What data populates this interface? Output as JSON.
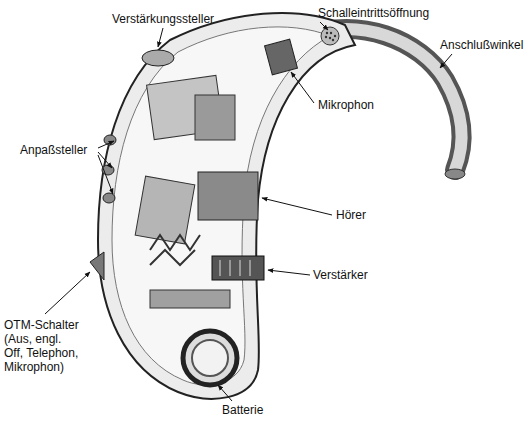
{
  "diagram": {
    "labels": [
      "Verstärkungssteller",
      "Schalleintrittsöffnung",
      "Anschlußwinkel",
      "Mikrophon",
      "Anpaßsteller",
      "Hörer",
      "Verstärker",
      "OTM-Schalter (Aus, engl. Off, Telephon, Mikrophon)",
      "Batterie"
    ]
  }
}
